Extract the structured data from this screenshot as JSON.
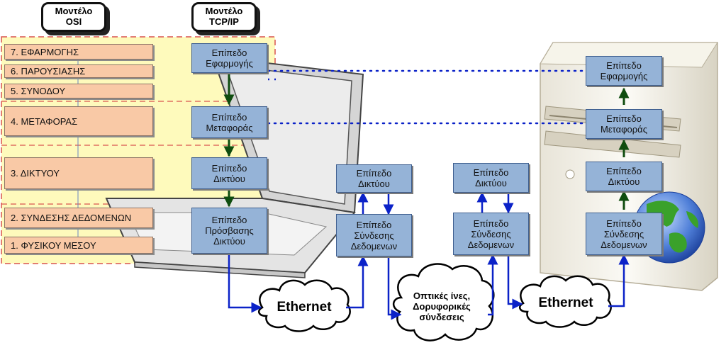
{
  "headers": {
    "osi": [
      "Μοντέλο",
      "OSI"
    ],
    "tcpip": [
      "Μοντέλο",
      "TCP/IP"
    ]
  },
  "osi_layers": [
    "7. ΕΦΑΡΜΟΓΗΣ",
    "6. ΠΑΡΟΥΣΙΑΣΗΣ",
    "5. ΣΥΝΟΔΟΥ",
    "4. ΜΕΤΑΦΟΡΑΣ",
    "3. ΔΙΚΤΥΟΥ",
    "2. ΣΥΝΔΕΣΗΣ ΔΕΔΟΜΕΝΩΝ",
    "1. ΦΥΣΙΚΟΥ ΜΕΣΟΥ"
  ],
  "laptop_stack": [
    [
      "Επίπεδο",
      "Εφαρμογής"
    ],
    [
      "Επίπεδο",
      "Μεταφοράς"
    ],
    [
      "Επίπεδο",
      "Δικτύου"
    ],
    [
      "Επίπεδο",
      "Πρόσβασης",
      "Δικτύου"
    ]
  ],
  "router1": [
    [
      "Επίπεδο",
      "Δικτύου"
    ],
    [
      "Επίπεδο",
      "Σύνδεσης",
      "Δεδομενων"
    ]
  ],
  "router2": [
    [
      "Επίπεδο",
      "Δικτύου"
    ],
    [
      "Επίπεδο",
      "Σύνδεσης",
      "Δεδομενων"
    ]
  ],
  "server_stack": [
    [
      "Επίπεδο",
      "Εφαρμογής"
    ],
    [
      "Επίπεδο",
      "Μεταφοράς"
    ],
    [
      "Επίπεδο",
      "Δικτύου"
    ],
    [
      "Επίπεδο",
      "Σύνδεσης",
      "Δεδομενων"
    ]
  ],
  "clouds": {
    "ethernet_left": "Ethernet",
    "optical": [
      "Οπτικές ίνες,",
      "Δορυφορικές",
      "σύνδεσεις"
    ],
    "ethernet_right": "Ethernet"
  },
  "colors": {
    "osi_fill": "#f9c9a6",
    "layer_fill": "#95b3d7",
    "highlight_band": "#fdf8a6",
    "band_dash": "#d9534f",
    "link_blue": "#0b22c8",
    "arrow_green": "#0f4d0f"
  }
}
